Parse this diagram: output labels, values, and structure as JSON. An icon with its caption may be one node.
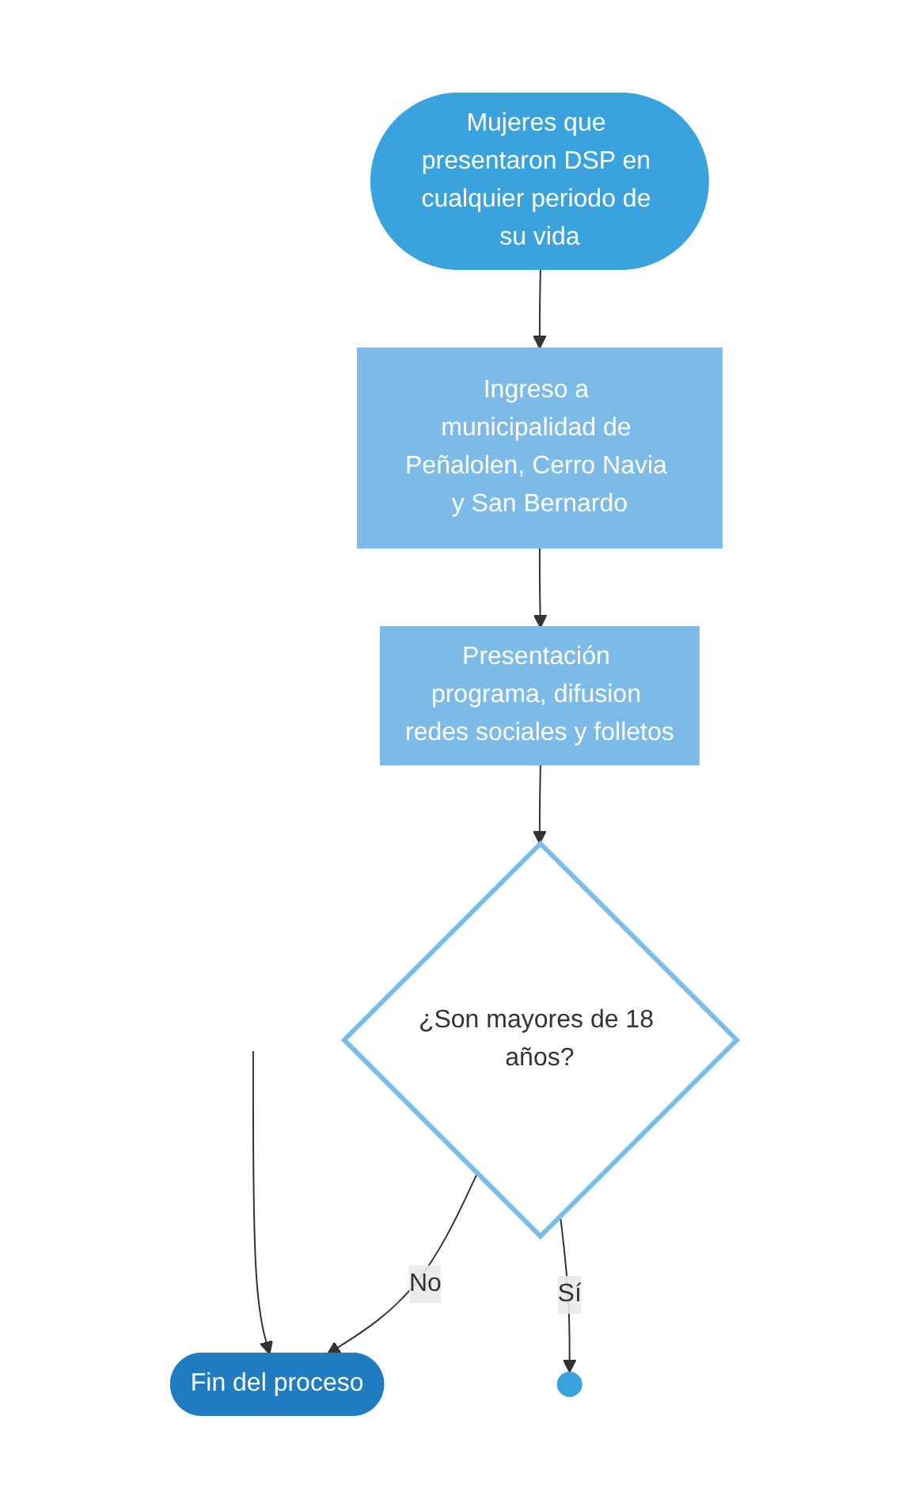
{
  "diagram": {
    "nodes": [
      {
        "text": [
          "Mujeres que presentaron DSP en cualquier periodo de su vida"
        ]
      },
      {
        "text": [
          "Ingreso a municipalidad de Peñalolen, Cerro Navia y San Bernardo"
        ]
      },
      {
        "text": [
          "Presentación programa, difusion redes sociales y folletos"
        ]
      },
      {
        "text": [
          "¿Son mayores de 18 años?"
        ]
      },
      {
        "text": [
          "Fin del proceso"
        ]
      },
      {
        "text": [],
        "shape": "circle"
      }
    ],
    "edges": [
      {
        "from": 0,
        "to": 1,
        "arrow": "to"
      },
      {
        "from": 1,
        "to": 2,
        "arrow": "to"
      },
      {
        "from": 2,
        "to": 3,
        "arrow": "to"
      },
      {
        "from": 3,
        "to": 4,
        "label": "No",
        "arrow": "to"
      },
      {
        "from": 3,
        "to": 5,
        "label": "Sí",
        "arrow": "to"
      },
      {
        "from": null,
        "to": 4,
        "arrow": "to"
      }
    ]
  }
}
